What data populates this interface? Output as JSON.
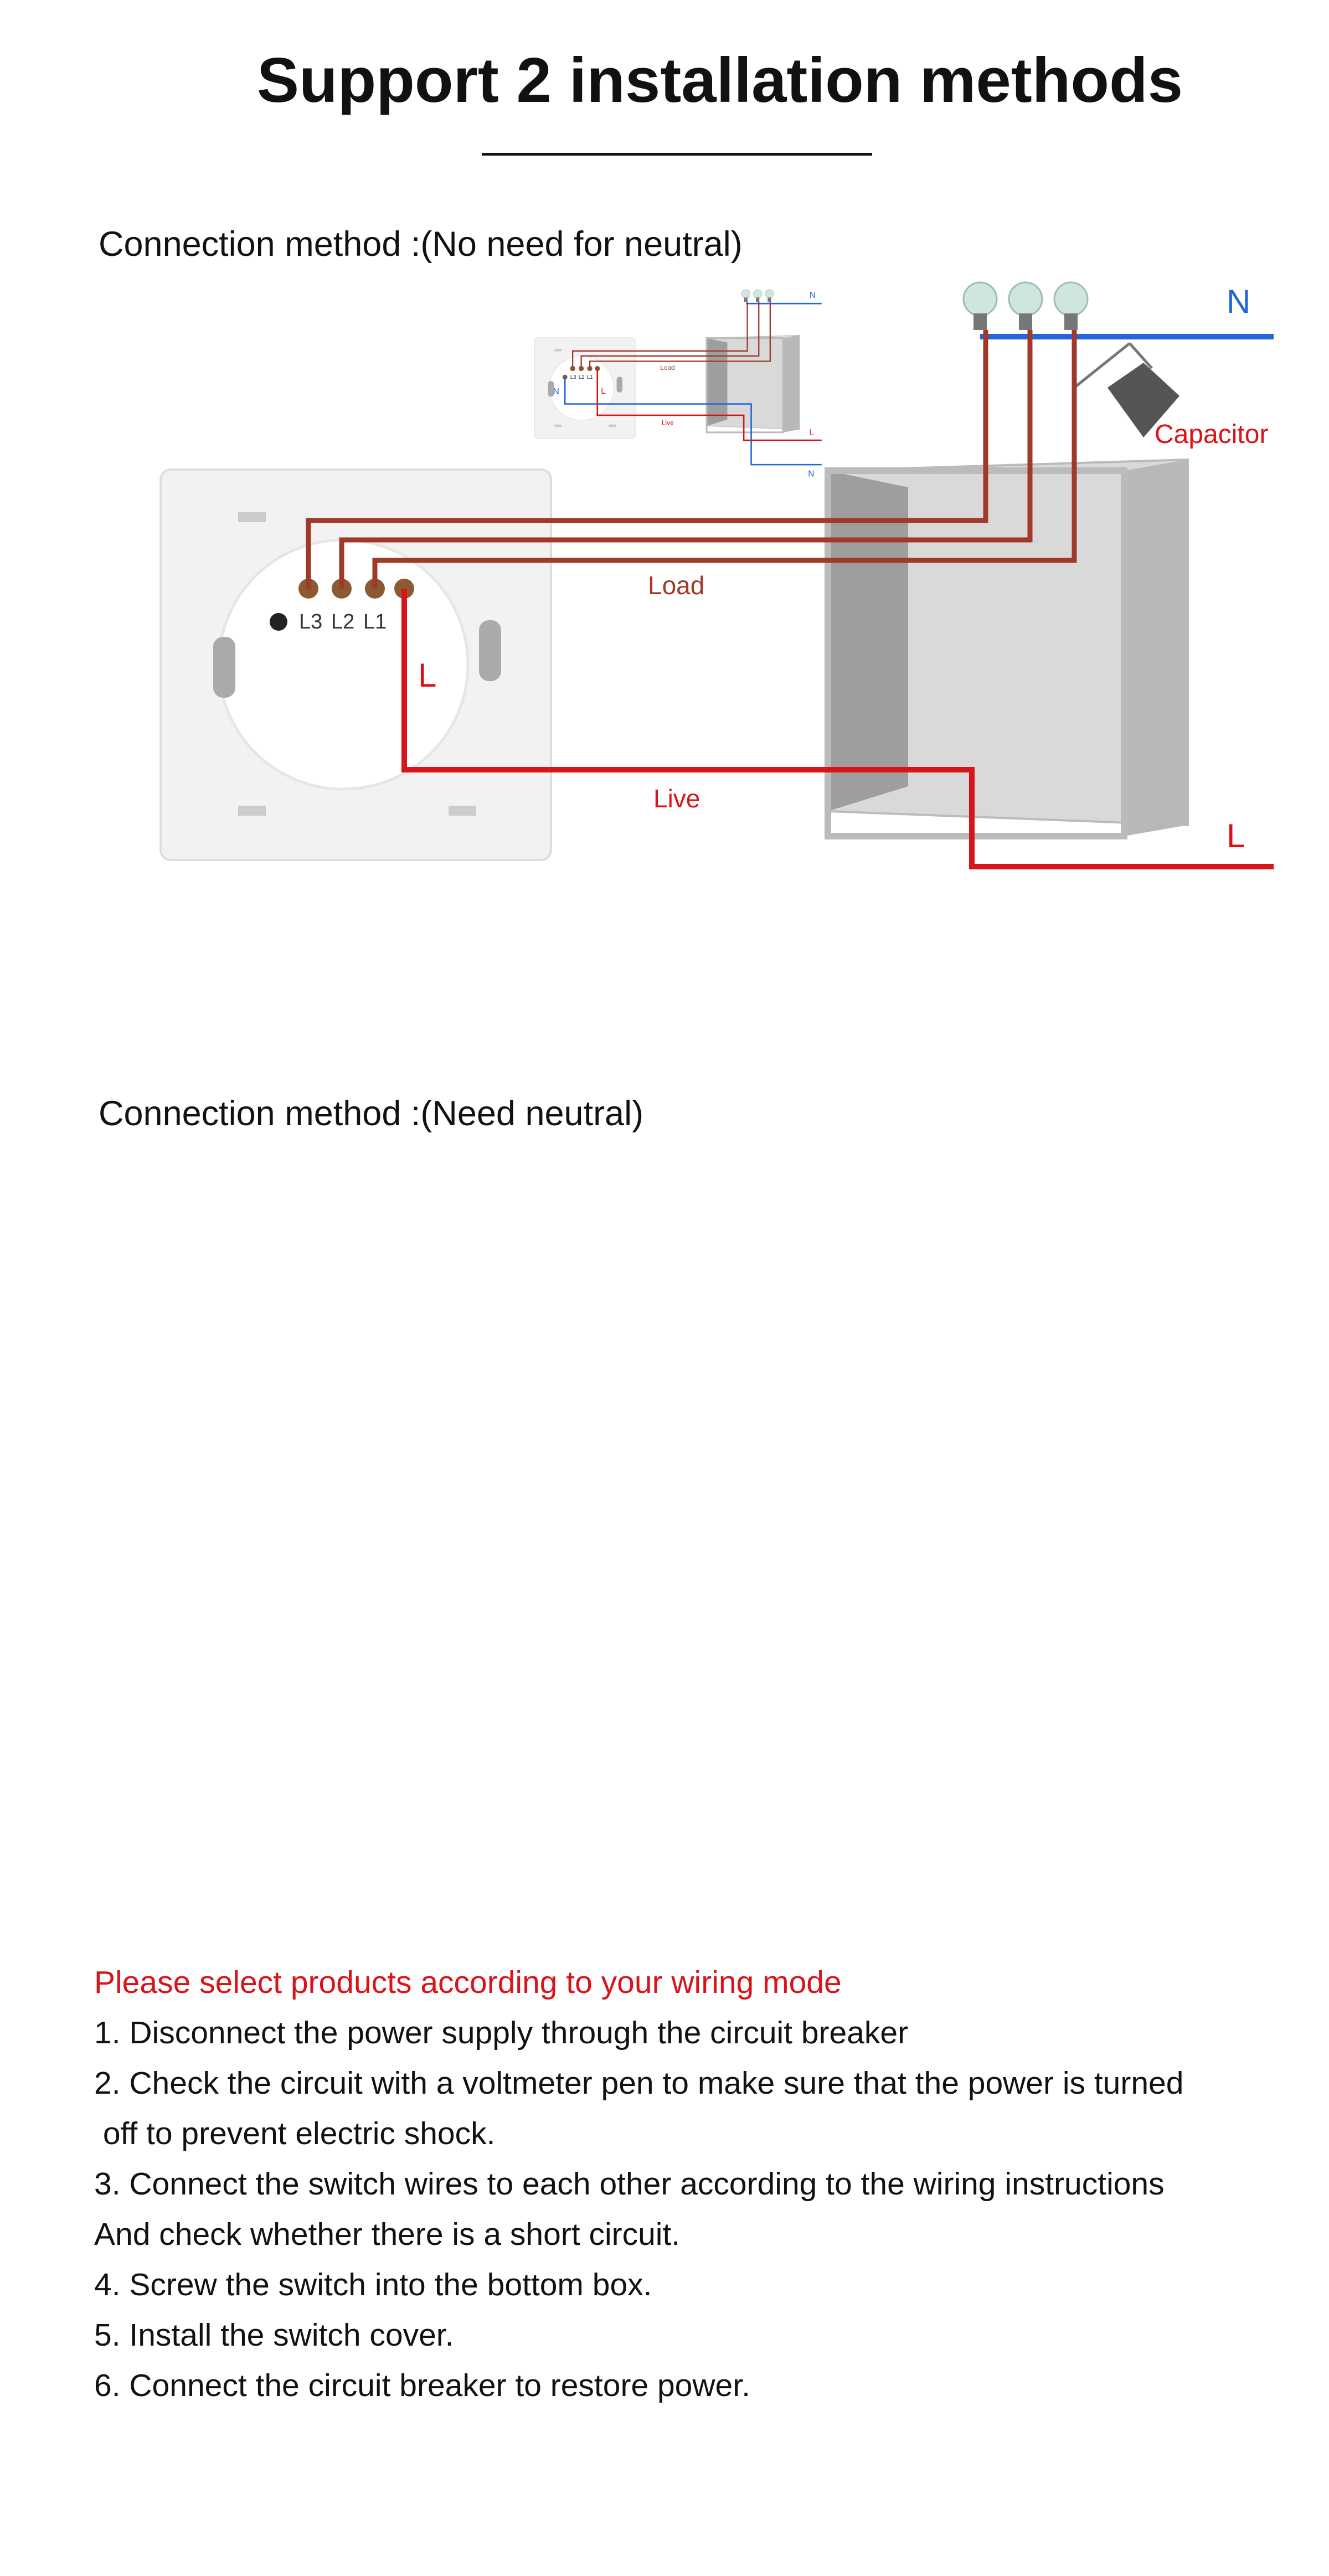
{
  "title": "Support 2 installation methods",
  "colors": {
    "live": "#d8141a",
    "neutral": "#2266dd",
    "load": "#a0392a",
    "box": "#cfcfcf",
    "panel": "#f1f1f1"
  },
  "section1": {
    "title": "Connection method :(No need for neutral)",
    "labels": {
      "n": "N",
      "capacitor": "Capacitor",
      "load": "Load",
      "live": "Live",
      "l_switch": "L",
      "l_line": "L",
      "terminals": [
        "L3",
        "L2",
        "L1"
      ]
    }
  },
  "section2": {
    "title": "Connection method :(Need neutral)",
    "labels": {
      "n_top": "N",
      "load": "Load",
      "live": "Live",
      "n_switch": "N",
      "l_switch": "L",
      "l_line": "L",
      "n_line": "N",
      "terminals": [
        "L3",
        "L2",
        "L1"
      ]
    }
  },
  "instructions": {
    "intro": "Please select products according to your wiring mode",
    "steps": [
      "1. Disconnect the power supply through the circuit breaker",
      "2. Check the circuit with a voltmeter pen to make sure that the power is turned",
      " off to prevent electric shock.",
      "3. Connect the switch wires to each other according to the wiring instructions",
      "And check whether there is a short circuit.",
      "4. Screw the switch into the bottom box.",
      "5. Install the switch cover.",
      "6. Connect the circuit breaker to restore power."
    ]
  }
}
